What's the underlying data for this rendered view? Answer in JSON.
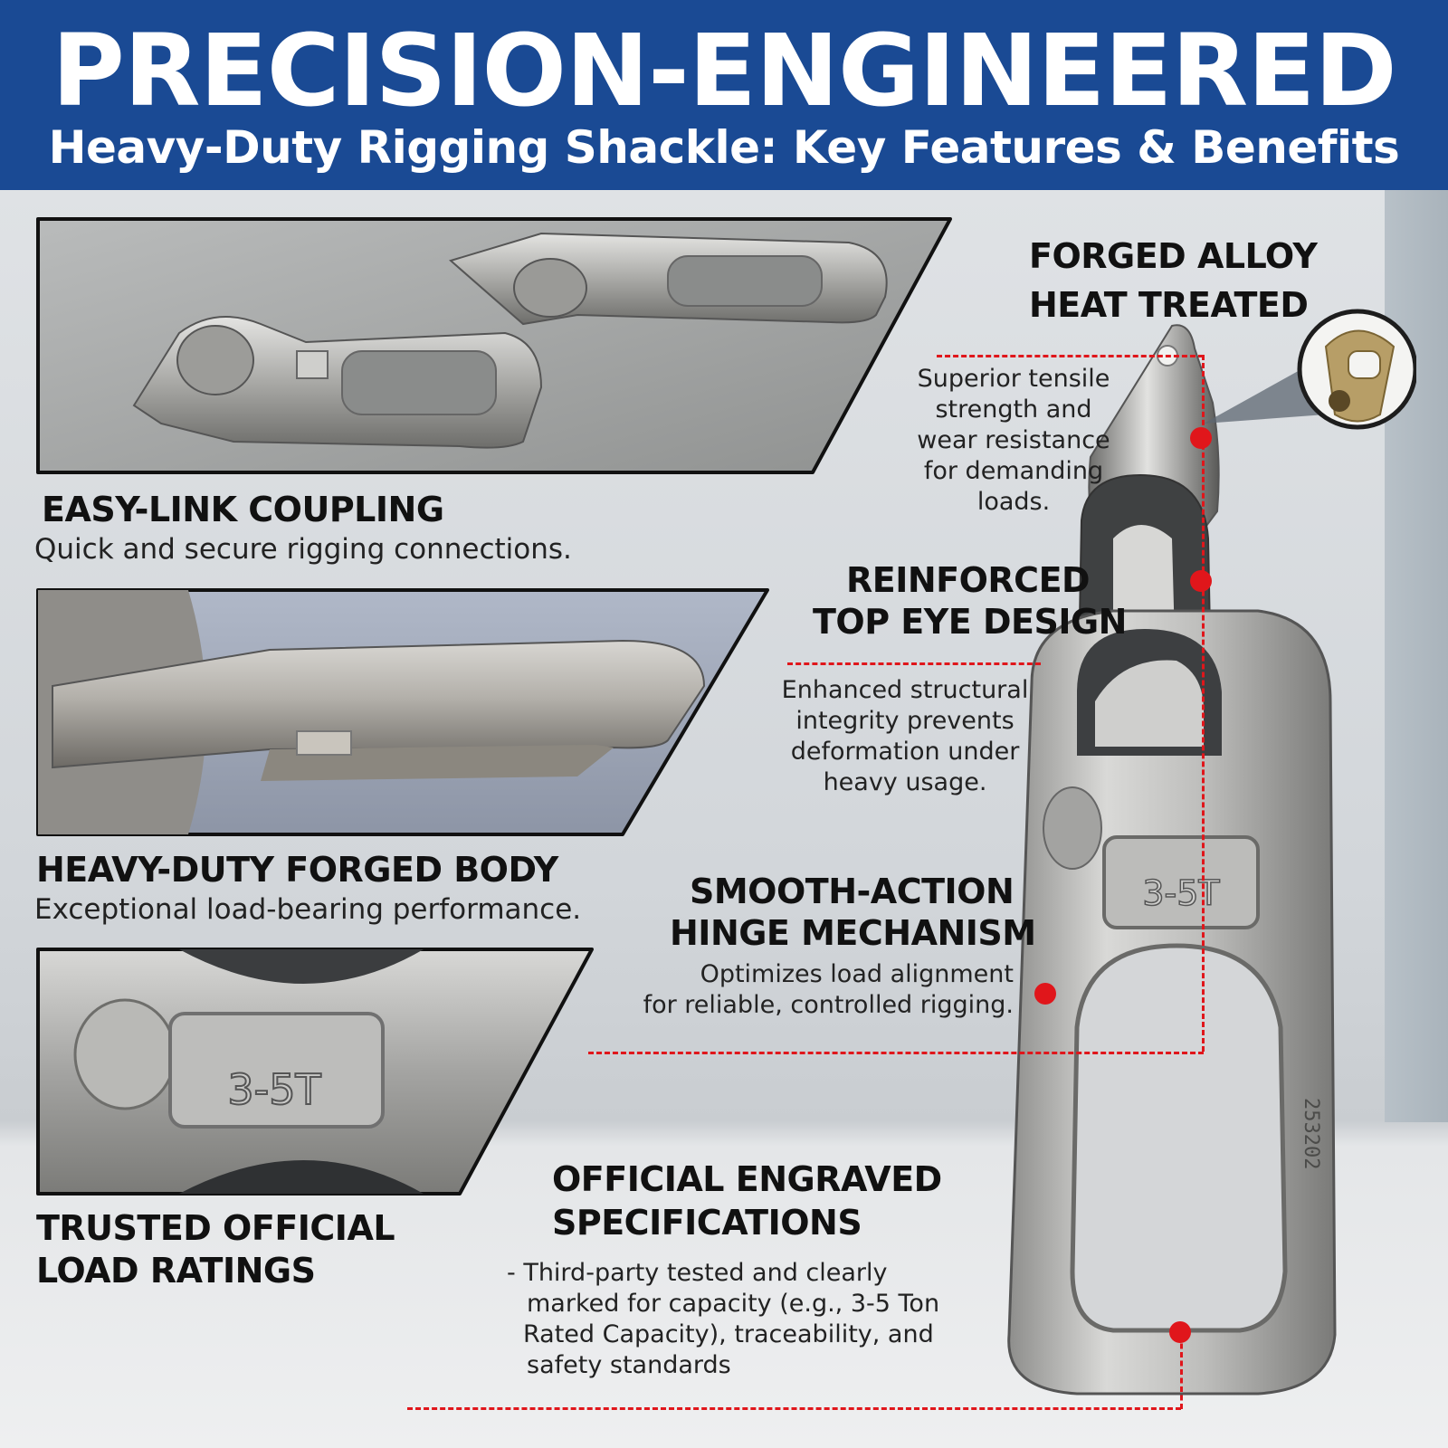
{
  "header": {
    "title": "PRECISION-ENGINEERED",
    "subtitle": "Heavy-Duty Rigging Shackle: Key Features & Benefits",
    "background": "#1a4a94"
  },
  "left_features": [
    {
      "title": "EASY-LINK COUPLING",
      "description": "Quick and secure rigging connections."
    },
    {
      "title": "HEAVY-DUTY FORGED BODY",
      "description": "Exceptional load-bearing performance."
    },
    {
      "title_line1": "TRUSTED OFFICIAL",
      "title_line2": "LOAD RATINGS"
    }
  ],
  "right_features": [
    {
      "title_line1": "FORGED ALLOY",
      "title_line2": "HEAT TREATED",
      "description_lines": [
        "Superior tensile",
        "strength and",
        "wear resistance",
        "for demanding",
        "loads."
      ]
    },
    {
      "title_line1": "REINFORCED",
      "title_line2": "TOP EYE DESIGN",
      "description_lines": [
        "Enhanced structural",
        "integrity prevents",
        "deformation under",
        "heavy usage."
      ]
    },
    {
      "title_line1": "SMOOTH-ACTION",
      "title_line2": "HINGE MECHANISM",
      "description_lines": [
        "Optimizes load alignment",
        "for reliable, controlled rigging."
      ]
    },
    {
      "title_line1": "OFFICIAL ENGRAVED",
      "title_line2": "SPECIFICATIONS",
      "description_lines": [
        "- Third-party tested and clearly",
        "marked for capacity (e.g., 3-5 Ton",
        "Rated Capacity), traceability, and",
        "safety standards"
      ]
    }
  ],
  "product_markings": {
    "rating": "3-5T",
    "serial": "253202"
  },
  "accent_color": "#e0161b"
}
